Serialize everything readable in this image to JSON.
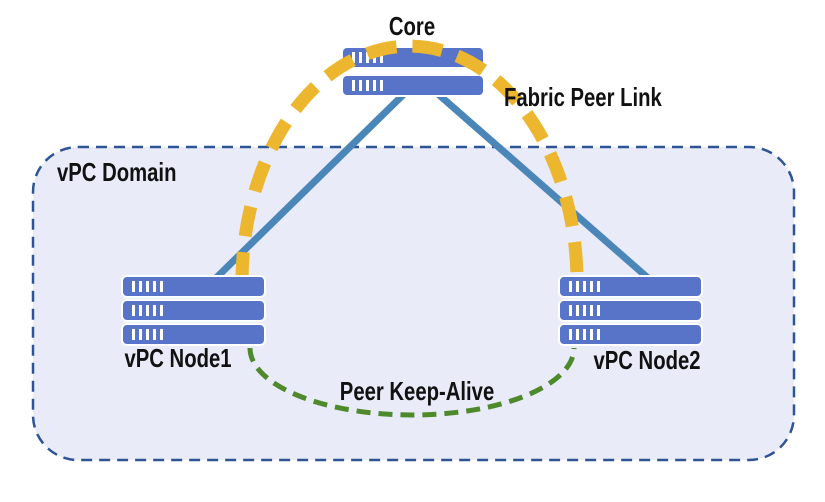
{
  "diagram": {
    "core": {
      "label": "Core",
      "icon": "switch-2u-icon"
    },
    "vpc_domain": {
      "label": "vPC Domain"
    },
    "nodes": [
      {
        "label": "vPC Node1",
        "icon": "switch-3u-icon"
      },
      {
        "label": "vPC Node2",
        "icon": "switch-3u-icon"
      }
    ],
    "links": {
      "fabric_peer_link": {
        "label": "Fabric Peer Link",
        "style": "thick-dashed-arc"
      },
      "peer_keep_alive": {
        "label": "Peer Keep-Alive",
        "style": "thin-dashed-arc"
      },
      "uplinks": {
        "style": "solid",
        "count": 2
      }
    },
    "colors": {
      "background": "#ffffff",
      "switch_fill": "#5874c9",
      "switch_ports": "#ffffff",
      "uplink_blue": "#4a86b8",
      "peer_link_yellow": "#ecb62e",
      "keep_alive_green": "#4e8a2c",
      "domain_fill": "#e9ebf8",
      "domain_border": "#2f5496",
      "label_text": "#111111"
    }
  }
}
